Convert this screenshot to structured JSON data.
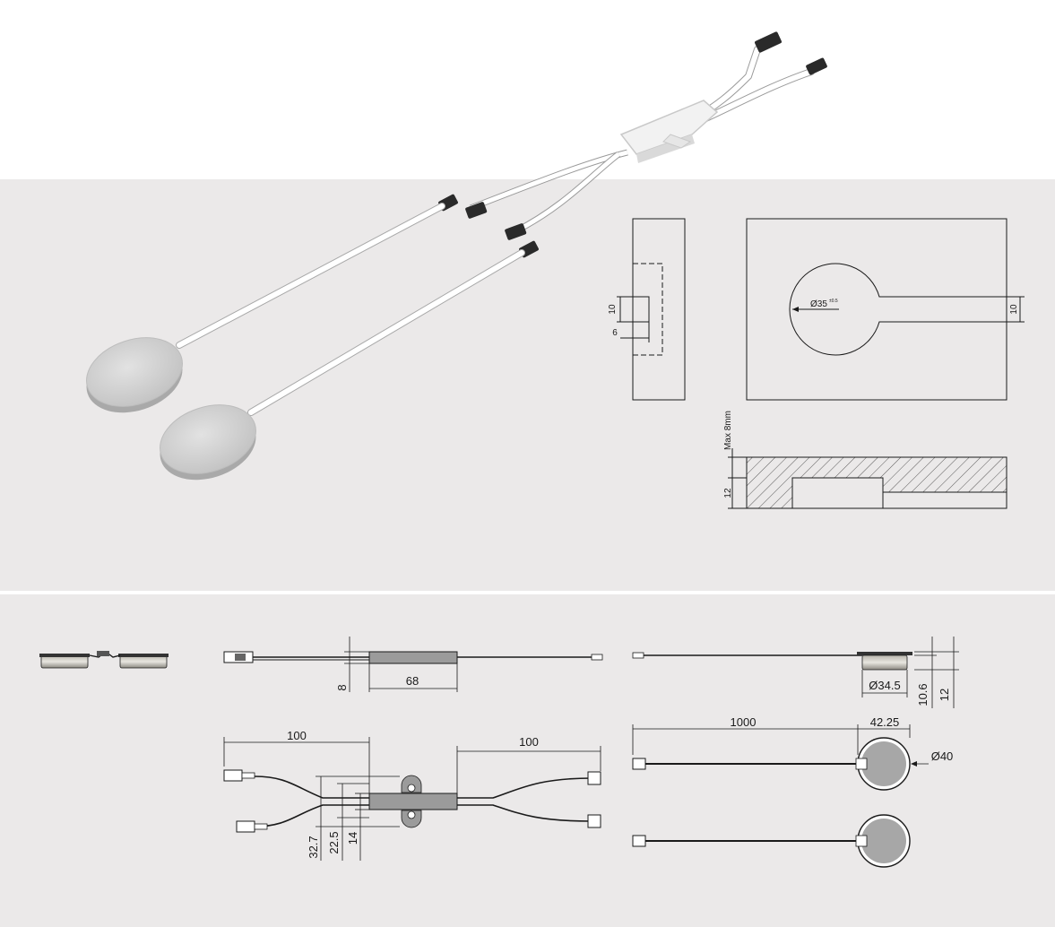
{
  "colors": {
    "background_top": "#ffffff",
    "panel": "#ebe9e9",
    "panel_divider": "#ffffff",
    "line": "#1a1a1a",
    "cable": "#ffffff",
    "connector": "#2a2a2a",
    "sensor_body": "#d4d4d4"
  },
  "render_icon": "touch-sensor-pair",
  "cutout_drawing": {
    "side_height_label": "10",
    "side_width_label": "6",
    "hole_diameter_label": "Ø35",
    "hole_tolerance_label": "±0.5",
    "slot_width_label": "10",
    "max_depth_label": "Max 8mm",
    "thickness_label": "12"
  },
  "product_drawing": {
    "hub_height_label": "8",
    "hub_length_label": "68",
    "cable_left_label": "100",
    "cable_right_label": "100",
    "hub_dim_a_label": "32.7",
    "hub_dim_b_label": "22.5",
    "hub_dim_c_label": "14",
    "sensor_inner_diameter_label": "Ø34.5",
    "sensor_height_a_label": "10.6",
    "sensor_height_b_label": "12",
    "sensor_cable_label": "1000",
    "sensor_offset_label": "42.25",
    "sensor_outer_diameter_label": "Ø40"
  }
}
